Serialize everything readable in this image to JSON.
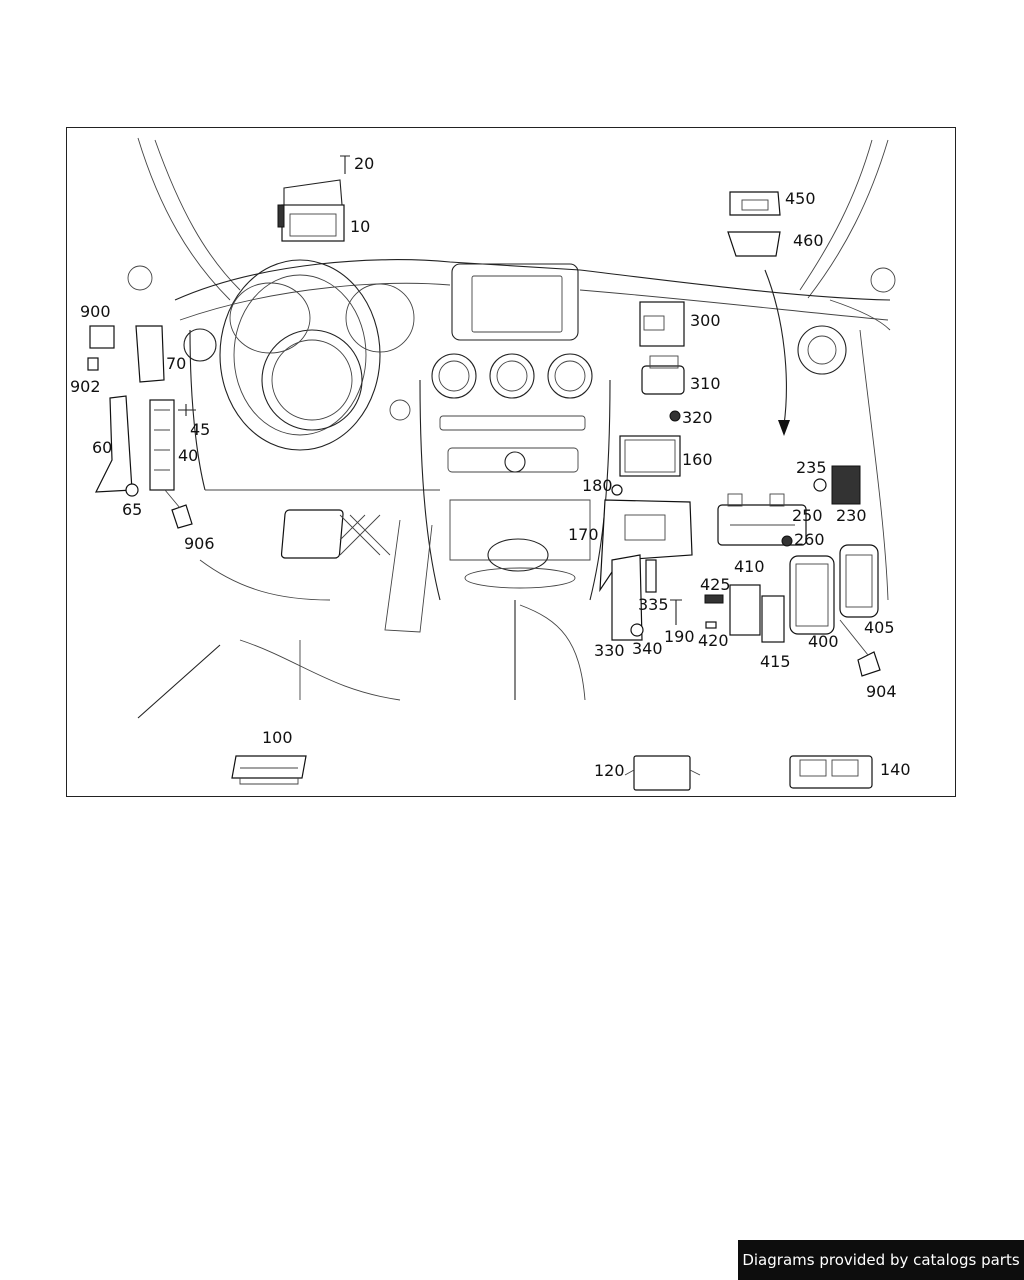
{
  "credit": "Diagrams provided by catalogs parts",
  "callouts": {
    "c10": "10",
    "c20": "20",
    "c40": "40",
    "c45": "45",
    "c60": "60",
    "c65": "65",
    "c70": "70",
    "c100": "100",
    "c120": "120",
    "c140": "140",
    "c160": "160",
    "c170": "170",
    "c180": "180",
    "c190": "190",
    "c230": "230",
    "c235": "235",
    "c250": "250",
    "c260": "260",
    "c300": "300",
    "c310": "310",
    "c320": "320",
    "c330": "330",
    "c335": "335",
    "c340": "340",
    "c400": "400",
    "c405": "405",
    "c410": "410",
    "c415": "415",
    "c420": "420",
    "c425": "425",
    "c450": "450",
    "c460": "460",
    "c900": "900",
    "c902": "902",
    "c904": "904",
    "c906": "906"
  }
}
